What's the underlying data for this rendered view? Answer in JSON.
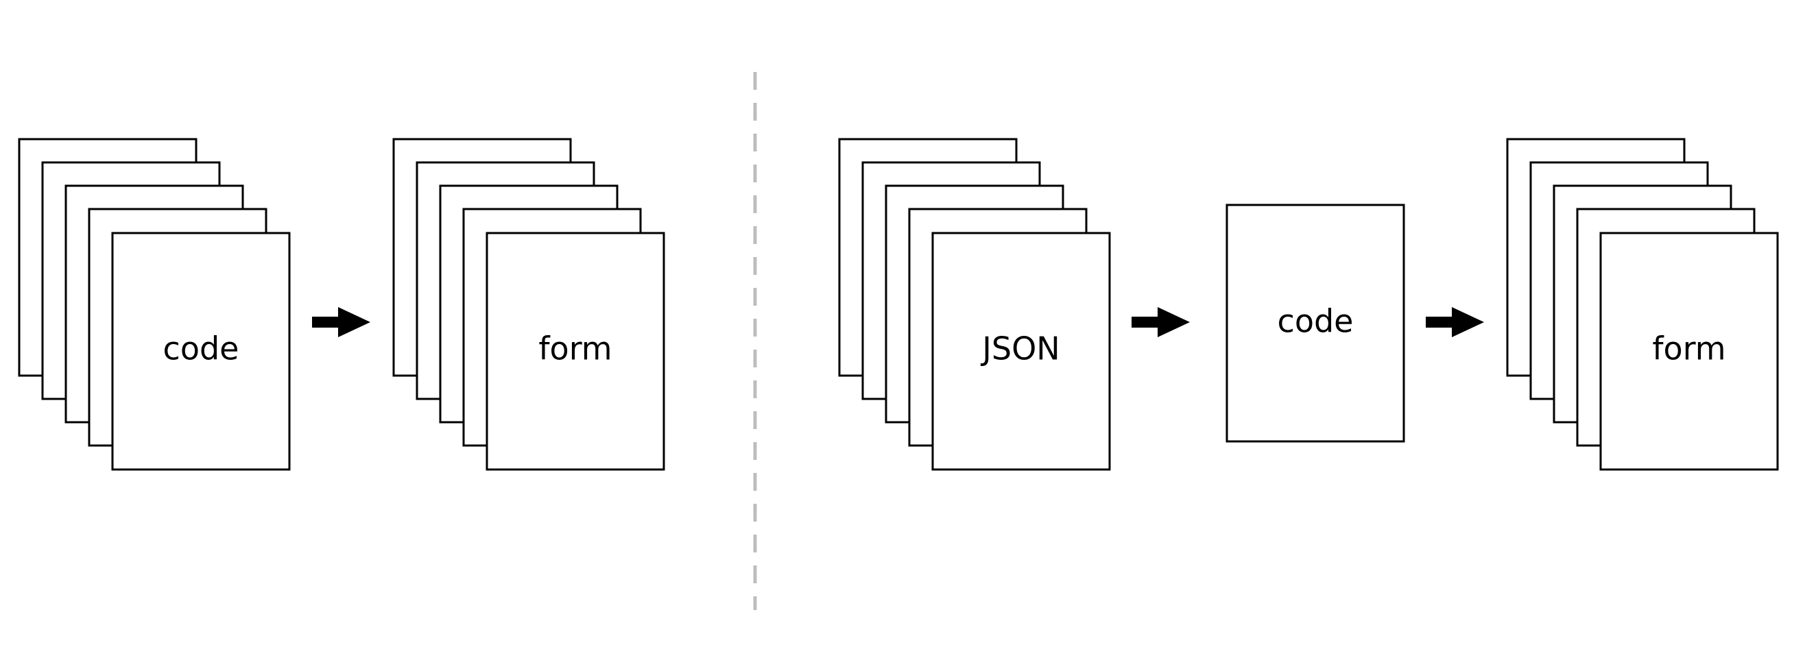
{
  "left_section": {
    "source_stack_label": "code",
    "target_stack_label": "form"
  },
  "right_section": {
    "source_stack_label": "JSON",
    "middle_page_label": "code",
    "target_stack_label": "form"
  },
  "colors": {
    "stroke": "#000000",
    "divider": "#bdbdbd",
    "background": "#ffffff"
  },
  "icons": [
    "arrow-right-icon"
  ]
}
